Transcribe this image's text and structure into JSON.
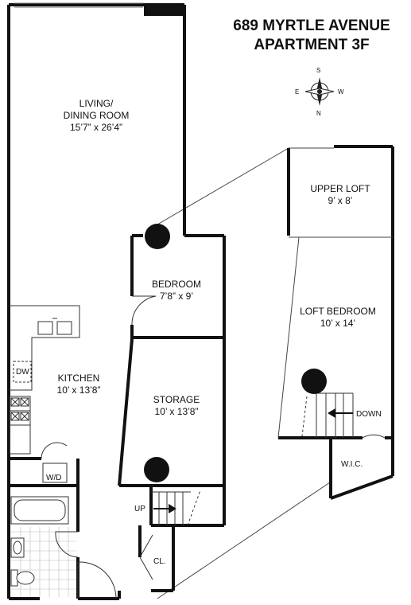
{
  "header": {
    "address": "689 MYRTLE AVENUE",
    "unit": "APARTMENT 3F"
  },
  "compass": {
    "s": "S",
    "e": "E",
    "w": "W",
    "n": "N"
  },
  "rooms": {
    "living": {
      "name_line1": "LIVING/",
      "name_line2": "DINING ROOM",
      "size": "15’7” x 26’4”"
    },
    "bedroom": {
      "name": "BEDROOM",
      "size": "7’8” x 9’"
    },
    "kitchen": {
      "name": "KITCHEN",
      "size": "10’ x 13’8”"
    },
    "storage": {
      "name": "STORAGE",
      "size": "10’ x 13’8”"
    },
    "upper_loft": {
      "name": "UPPER LOFT",
      "size": "9’ x 8’"
    },
    "loft_bedroom": {
      "name": "LOFT BEDROOM",
      "size": "10’ x 14’"
    }
  },
  "fixtures": {
    "dishwasher": "DW",
    "washer_dryer": "W/D",
    "closet": "CL.",
    "walk_in_closet": "W.I.C."
  },
  "stairs": {
    "up": "UP",
    "down": "DOWN"
  }
}
